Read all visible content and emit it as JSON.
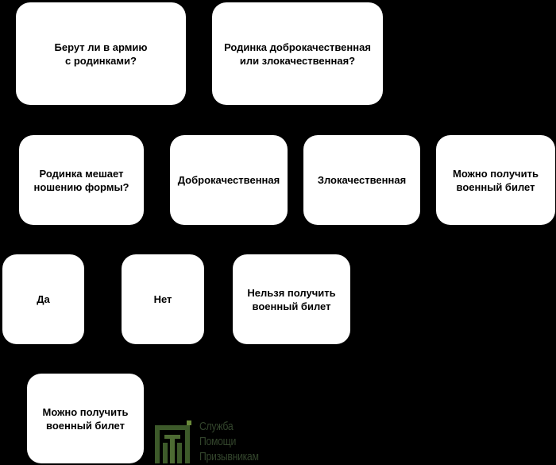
{
  "diagram": {
    "nodes": {
      "question": "Берут ли в армию\nс родинками?",
      "type_question": "Родинка доброкачественная\nили злокачественная?",
      "interferes_question": "Родинка мешает\nношению формы?",
      "benign": "Доброкачественная",
      "malignant": "Злокачественная",
      "can_get_1": "Можно получить\nвоенный билет",
      "yes": "Да",
      "no": "Нет",
      "cannot_get": "Нельзя получить\nвоенный билет",
      "can_get_2": "Можно получить\nвоенный билет"
    }
  },
  "logo": {
    "line1": "Служба",
    "line2": "Помощи",
    "line3": "Призывникам",
    "mark_color": "#3d5a2a",
    "accent_color": "#6a8a3a"
  },
  "colors": {
    "background": "#000000",
    "node_fill": "#ffffff",
    "text": "#000000"
  }
}
